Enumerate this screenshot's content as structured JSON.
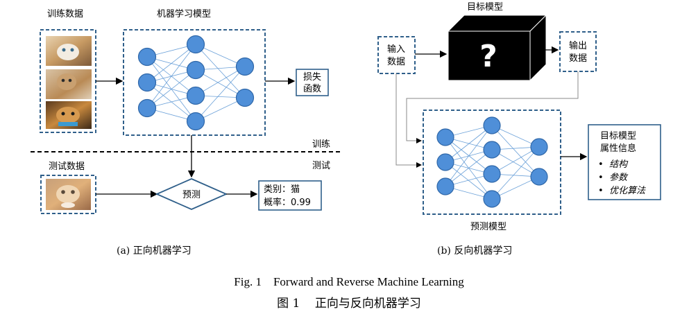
{
  "left": {
    "training_data_title": "训练数据",
    "model_title": "机器学习模型",
    "loss_line1": "损失",
    "loss_line2": "函数",
    "train_label": "训练",
    "test_label": "测试",
    "test_data_title": "测试数据",
    "predict_label": "预测",
    "result_line1": "类别：猫",
    "result_line2": "概率：0.99",
    "subcaption": "(a)  正向机器学习"
  },
  "right": {
    "target_model_title": "目标模型",
    "blackbox_symbol": "?",
    "input_line1": "输入",
    "input_line2": "数据",
    "output_line1": "输出",
    "output_line2": "数据",
    "attr_title_line1": "目标模型",
    "attr_title_line2": "属性信息",
    "attr_items": [
      "结构",
      "参数",
      "优化算法"
    ],
    "bullet": "•",
    "predict_model_title": "预测模型",
    "subcaption": "(b)  反向机器学习"
  },
  "caption": {
    "en": "Fig. 1    Forward and Reverse Machine Learning",
    "cn": "图 1    正向与反向机器学习"
  },
  "colors": {
    "node_fill": "#4f8fd8",
    "edge": "#6aa0d8",
    "box_border": "#2f5f8a",
    "blackbox": "#000000"
  }
}
